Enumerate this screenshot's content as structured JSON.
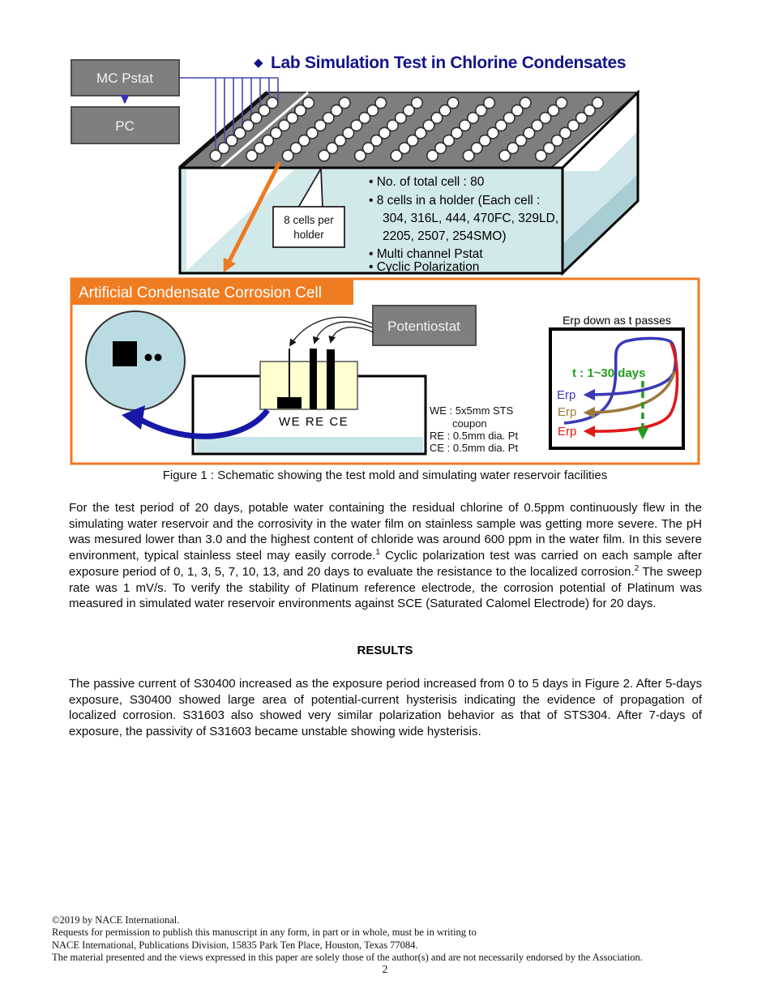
{
  "figure": {
    "header": {
      "bullet": "◆",
      "title": "Lab Simulation Test in Chlorine Condensates"
    },
    "mc_pstat_label": "MC Pstat",
    "pc_label": "PC",
    "tank": {
      "cells_grid": {
        "holders": 10,
        "cells_per_holder": 8
      },
      "bullets": [
        "•  No. of total cell : 80",
        "•  8 cells in a holder (Each cell :",
        "304, 316L, 444, 470FC, 329LD,",
        "2205, 2507, 254SMO)",
        "•  Multi channel Pstat",
        "•  Cyclic Polarization"
      ]
    },
    "callout": {
      "line1": "8 cells per",
      "line2": "holder"
    },
    "corrosion_cell": {
      "title": "Artificial Condensate Corrosion Cell",
      "potentiostat_label": "Potentiostat",
      "electrodes_label": "WE RE CE",
      "legend": [
        "WE : 5x5mm  STS",
        "coupon",
        "RE : 0.5mm  dia.  Pt",
        "CE : 0.5mm  dia.  Pt"
      ],
      "graph": {
        "title": "Erp down as t passes",
        "time_label": "t : 1~30 days",
        "erp_label_day1": "Erp",
        "erp_label_mid": "Erp",
        "erp_label_day30": "Erp",
        "colors": {
          "day1": "#3a3ab8",
          "mid": "#9c7a3c",
          "day30": "#e01818",
          "time": "#1f9e1f",
          "accent_orange": "#ee7a22"
        }
      }
    },
    "caption": "Figure 1 : Schematic showing the test mold and simulating water reservoir facilities"
  },
  "body": {
    "p1_part1": "For the test period of 20 days, potable water containing the residual chlorine of 0.5ppm continuously flew in the simulating water reservoir and the corrosivity in the water film on stainless sample was getting more severe. The pH was mesured lower than 3.0 and the highest content of chloride was around 600 ppm in the water film. In this severe environment, typical stainless steel may easily corrode.",
    "p1_sup1": "1",
    "p1_part2": " Cyclic polarization test was carried on each sample after exposure period of 0, 1, 3, 5, 7, 10, 13, and 20 days to evaluate the resistance to the localized corrosion.",
    "p1_sup2": "2",
    "p1_part3": " The sweep rate was 1 mV/s. To verify the stability of Platinum reference electrode, the corrosion potential of Platinum was measured in simulated water reservoir environments against SCE (Saturated Calomel Electrode) for 20 days.",
    "results_heading": "RESULTS",
    "p2": "The passive current of S30400 increased as the exposure period increased from 0 to 5 days in Figure 2. After 5-days exposure, S30400 showed large area of potential-current hysterisis indicating the evidence of propagation of localized corrosion. S31603 also showed very similar polarization behavior as that of STS304. After 7-days of exposure, the passivity of S31603 became unstable showing wide hysterisis."
  },
  "footer": {
    "lines": [
      "©2019 by NACE International.",
      "Requests for permission to publish this manuscript in any form, in part or in whole, must be in writing to",
      "NACE International, Publications Division, 15835 Park Ten Place, Houston, Texas 77084.",
      "The material presented and the views expressed in this paper are solely those of the author(s) and are not necessarily endorsed by the Association."
    ]
  },
  "page": {
    "number": "2"
  }
}
